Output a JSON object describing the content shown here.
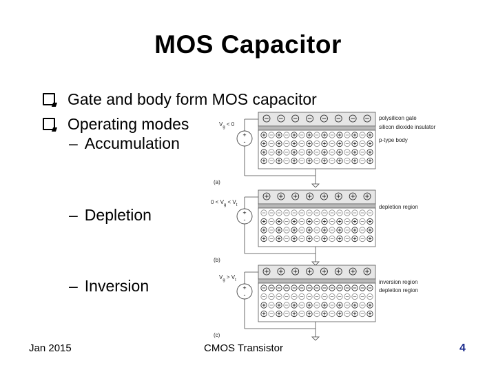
{
  "slide": {
    "title": "MOS Capacitor",
    "bullets": [
      "Gate and body form MOS capacitor",
      "Operating modes"
    ],
    "subbullets": [
      {
        "dash": "–",
        "label": "Accumulation"
      },
      {
        "dash": "–",
        "label": "Depletion"
      },
      {
        "dash": "–",
        "label": "Inversion"
      }
    ]
  },
  "footer": {
    "date": "Jan 2015",
    "center": "CMOS Transistor",
    "page": "4"
  },
  "diagrams": [
    {
      "panel": "(a)",
      "voltage": {
        "main": "V",
        "sub": "g",
        "rest": " < 0"
      },
      "labels": [
        "polysilicon gate",
        "silicon dioxide insulator",
        "p-type body"
      ],
      "gate_charge": "minus",
      "surface_row": "holes",
      "depleted_rows": 0
    },
    {
      "panel": "(b)",
      "voltage": {
        "main": "0 < V",
        "sub": "g",
        "rest": " < V",
        "sub2": "t"
      },
      "labels": [
        "depletion region"
      ],
      "gate_charge": "plus",
      "surface_row": "none",
      "depleted_rows": 1
    },
    {
      "panel": "(c)",
      "voltage": {
        "main": "V",
        "sub": "g",
        "rest": " > V",
        "sub2": "t"
      },
      "labels": [
        "inversion region",
        "depletion region"
      ],
      "gate_charge": "plus",
      "surface_row": "electrons",
      "depleted_rows": 1
    }
  ],
  "colors": {
    "gate": "#e6e6e6",
    "oxide": "#b9b9b9",
    "body": "#ffffff",
    "line": "#555555"
  }
}
